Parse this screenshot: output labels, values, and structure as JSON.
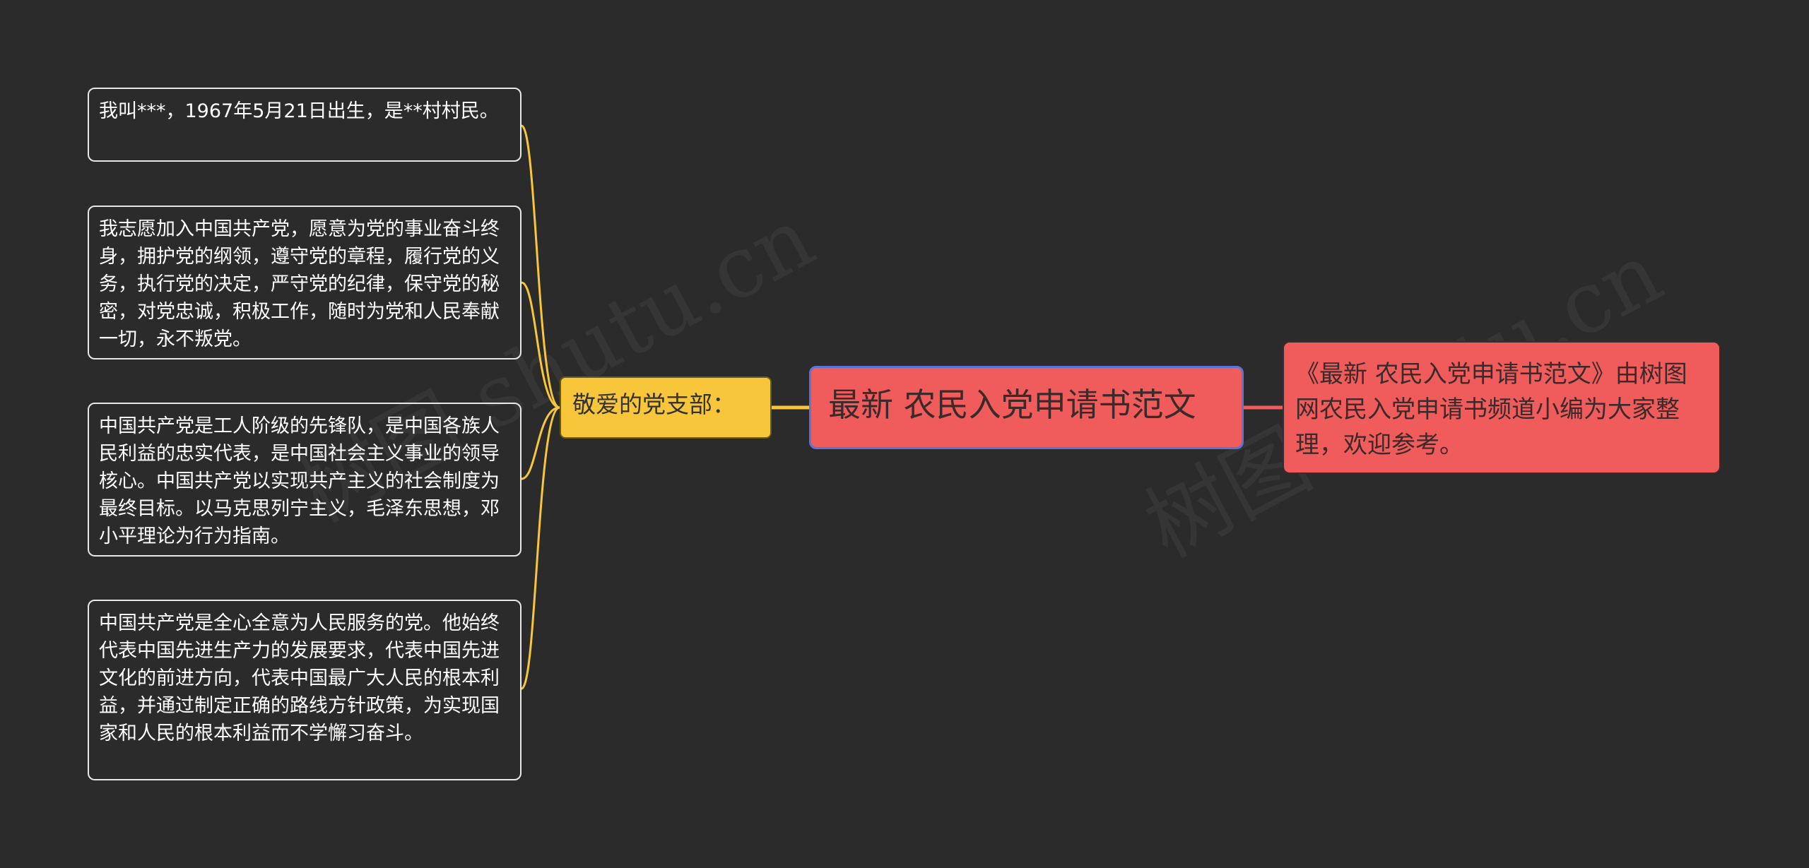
{
  "root": {
    "title": "最新 农民入党申请书范文"
  },
  "summary": {
    "text": "《最新 农民入党申请书范文》由树图网农民入党申请书频道小编为大家整理，欢迎参考。"
  },
  "branch": {
    "label": "敬爱的党支部："
  },
  "leaves": [
    "我叫***，1967年5月21日出生，是**村村民。",
    "我志愿加入中国共产党，愿意为党的事业奋斗终身，拥护党的纲领，遵守党的章程，履行党的义务，执行党的决定，严守党的纪律，保守党的秘密，对党忠诚，积极工作，随时为党和人民奉献一切，永不叛党。",
    "中国共产党是工人阶级的先锋队，是中国各族人民利益的忠实代表，是中国社会主义事业的领导核心。中国共产党以实现共产主义的社会制度为最终目标。以马克思列宁主义，毛泽东思想，邓小平理论为行为指南。",
    "中国共产党是全心全意为人民服务的党。他始终代表中国先进生产力的发展要求，代表中国先进文化的前进方向，代表中国最广大人民的根本利益，并通过制定正确的路线方针政策，为实现国家和人民的根本利益而不学懈习奋斗。"
  ],
  "colors": {
    "background": "#2b2b2b",
    "branch_link": "#f7c63b",
    "root_link": "#f05b5b",
    "root_border": "#5b74d8"
  },
  "watermark": {
    "text_left": "树图 shutu.cn",
    "text_right": "树图 shutu.cn"
  }
}
